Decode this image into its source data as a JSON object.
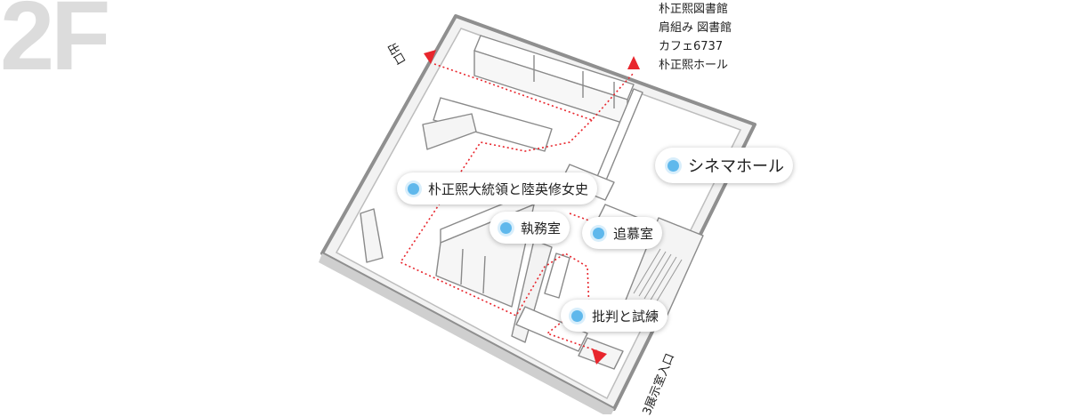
{
  "floor": "2F",
  "exits": {
    "exit_label": "出口",
    "connections": [
      "朴正熙図書館",
      "肩組み 図書館",
      "カフェ6737",
      "朴正熙ホール"
    ],
    "bottom_entrance": "3展示室入口"
  },
  "rooms": [
    {
      "name": "シネマホール"
    },
    {
      "name": "朴正熙大統領と陸英修女史"
    },
    {
      "name": "執務室"
    },
    {
      "name": "追慕室"
    },
    {
      "name": "批判と試練"
    }
  ],
  "colors": {
    "route": "#e8262d",
    "marker": "#5fb8ec",
    "wall": "#9a9a9a",
    "floor_label": "#dcdcdc"
  }
}
